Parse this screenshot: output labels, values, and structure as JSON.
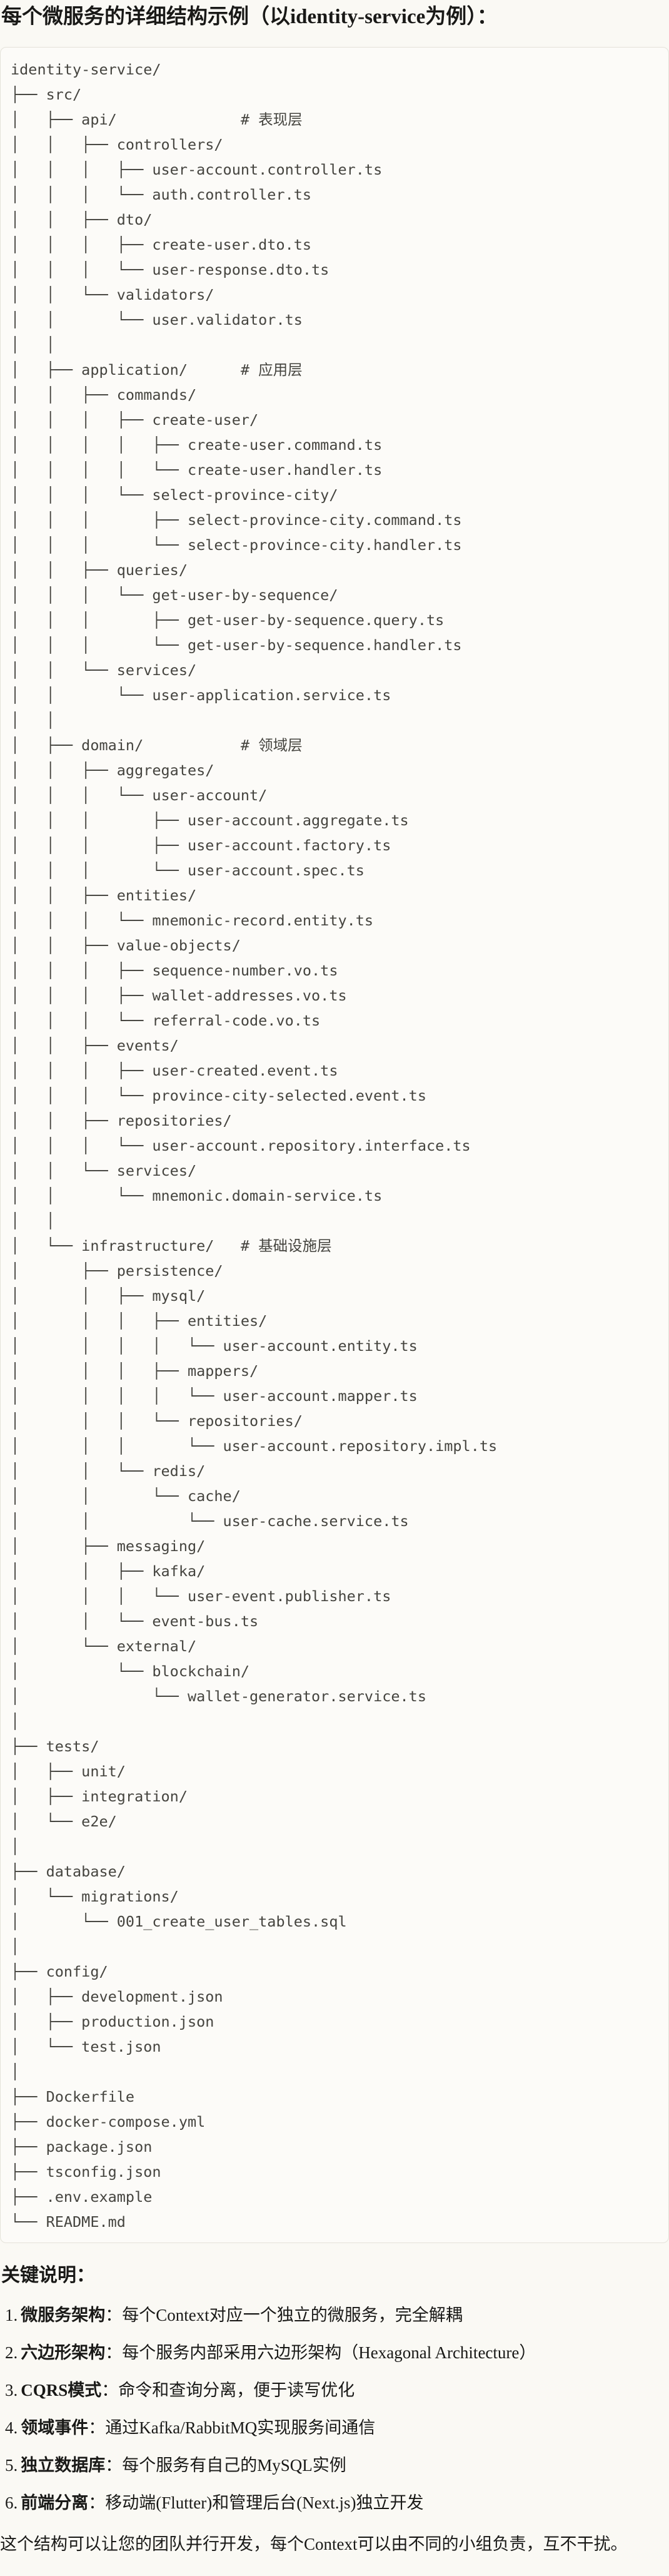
{
  "heading": "每个微服务的详细结构示例（以identity-service为例）：",
  "code_block": {
    "tree_lines": [
      "identity-service/",
      "├── src/",
      "│   ├── api/              # 表现层",
      "│   │   ├── controllers/",
      "│   │   │   ├── user-account.controller.ts",
      "│   │   │   └── auth.controller.ts",
      "│   │   ├── dto/",
      "│   │   │   ├── create-user.dto.ts",
      "│   │   │   └── user-response.dto.ts",
      "│   │   └── validators/",
      "│   │       └── user.validator.ts",
      "│   │",
      "│   ├── application/      # 应用层",
      "│   │   ├── commands/",
      "│   │   │   ├── create-user/",
      "│   │   │   │   ├── create-user.command.ts",
      "│   │   │   │   └── create-user.handler.ts",
      "│   │   │   └── select-province-city/",
      "│   │   │       ├── select-province-city.command.ts",
      "│   │   │       └── select-province-city.handler.ts",
      "│   │   ├── queries/",
      "│   │   │   └── get-user-by-sequence/",
      "│   │   │       ├── get-user-by-sequence.query.ts",
      "│   │   │       └── get-user-by-sequence.handler.ts",
      "│   │   └── services/",
      "│   │       └── user-application.service.ts",
      "│   │",
      "│   ├── domain/           # 领域层",
      "│   │   ├── aggregates/",
      "│   │   │   └── user-account/",
      "│   │   │       ├── user-account.aggregate.ts",
      "│   │   │       ├── user-account.factory.ts",
      "│   │   │       └── user-account.spec.ts",
      "│   │   ├── entities/",
      "│   │   │   └── mnemonic-record.entity.ts",
      "│   │   ├── value-objects/",
      "│   │   │   ├── sequence-number.vo.ts",
      "│   │   │   ├── wallet-addresses.vo.ts",
      "│   │   │   └── referral-code.vo.ts",
      "│   │   ├── events/",
      "│   │   │   ├── user-created.event.ts",
      "│   │   │   └── province-city-selected.event.ts",
      "│   │   ├── repositories/",
      "│   │   │   └── user-account.repository.interface.ts",
      "│   │   └── services/",
      "│   │       └── mnemonic.domain-service.ts",
      "│   │",
      "│   └── infrastructure/   # 基础设施层",
      "│       ├── persistence/",
      "│       │   ├── mysql/",
      "│       │   │   ├── entities/",
      "│       │   │   │   └── user-account.entity.ts",
      "│       │   │   ├── mappers/",
      "│       │   │   │   └── user-account.mapper.ts",
      "│       │   │   └── repositories/",
      "│       │   │       └── user-account.repository.impl.ts",
      "│       │   └── redis/",
      "│       │       └── cache/",
      "│       │           └── user-cache.service.ts",
      "│       ├── messaging/",
      "│       │   ├── kafka/",
      "│       │   │   └── user-event.publisher.ts",
      "│       │   └── event-bus.ts",
      "│       └── external/",
      "│           └── blockchain/",
      "│               └── wallet-generator.service.ts",
      "│",
      "├── tests/",
      "│   ├── unit/",
      "│   ├── integration/",
      "│   └── e2e/",
      "│",
      "├── database/",
      "│   └── migrations/",
      "│       └── 001_create_user_tables.sql",
      "│",
      "├── config/",
      "│   ├── development.json",
      "│   ├── production.json",
      "│   └── test.json",
      "│",
      "├── Dockerfile",
      "├── docker-compose.yml",
      "├── package.json",
      "├── tsconfig.json",
      "├── .env.example",
      "└── README.md"
    ]
  },
  "notes": {
    "heading": "关键说明：",
    "separator": "：",
    "items": [
      {
        "num": "1.",
        "label": "微服务架构",
        "desc": "每个Context对应一个独立的微服务，完全解耦"
      },
      {
        "num": "2.",
        "label": "六边形架构",
        "desc": "每个服务内部采用六边形架构（Hexagonal Architecture）"
      },
      {
        "num": "3.",
        "label": "CQRS模式",
        "desc": "命令和查询分离，便于读写优化"
      },
      {
        "num": "4.",
        "label": "领域事件",
        "desc": "通过Kafka/RabbitMQ实现服务间通信"
      },
      {
        "num": "5.",
        "label": "独立数据库",
        "desc": "每个服务有自己的MySQL实例"
      },
      {
        "num": "6.",
        "label": "前端分离",
        "desc": "移动端(Flutter)和管理后台(Next.js)独立开发"
      }
    ]
  },
  "closing": "这个结构可以让您的团队并行开发，每个Context可以由不同的小组负责，互不干扰。",
  "colors": {
    "page_bg": "#FAF9F4",
    "code_bg": "#FCFBF8",
    "code_border": "#E4E2D9",
    "tree_text": "#45443F",
    "body_text": "#191917"
  }
}
